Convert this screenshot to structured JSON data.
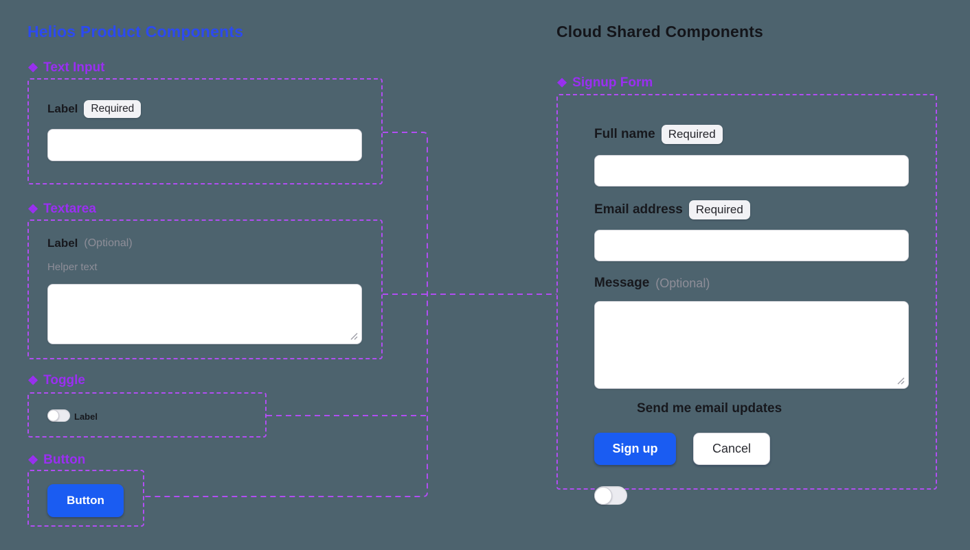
{
  "colors": {
    "background": "#4d636e",
    "heading_blue": "#2c4af0",
    "component_purple": "#9a2ff2",
    "connector_purple": "#b14ef2",
    "button_blue": "#1a5cf2",
    "heading_dark": "#14151a"
  },
  "icons": {
    "component": "❖"
  },
  "helios": {
    "heading": "Helios Product Components",
    "text_input": {
      "title": "Text Input",
      "label": "Label",
      "badge": "Required",
      "value": ""
    },
    "textarea": {
      "title": "Textarea",
      "label": "Label",
      "optional": "(Optional)",
      "helper": "Helper text",
      "value": ""
    },
    "toggle": {
      "title": "Toggle",
      "label": "Label",
      "state": "off"
    },
    "button": {
      "title": "Button",
      "button_label": "Button"
    }
  },
  "cloud": {
    "heading": "Cloud Shared Components",
    "signup_form": {
      "title": "Signup Form",
      "full_name": {
        "label": "Full name",
        "badge": "Required",
        "value": ""
      },
      "email": {
        "label": "Email address",
        "badge": "Required",
        "value": ""
      },
      "message": {
        "label": "Message",
        "optional": "(Optional)",
        "value": ""
      },
      "toggle": {
        "label": "Send me email updates",
        "state": "off"
      },
      "submit_label": "Sign up",
      "cancel_label": "Cancel"
    }
  }
}
